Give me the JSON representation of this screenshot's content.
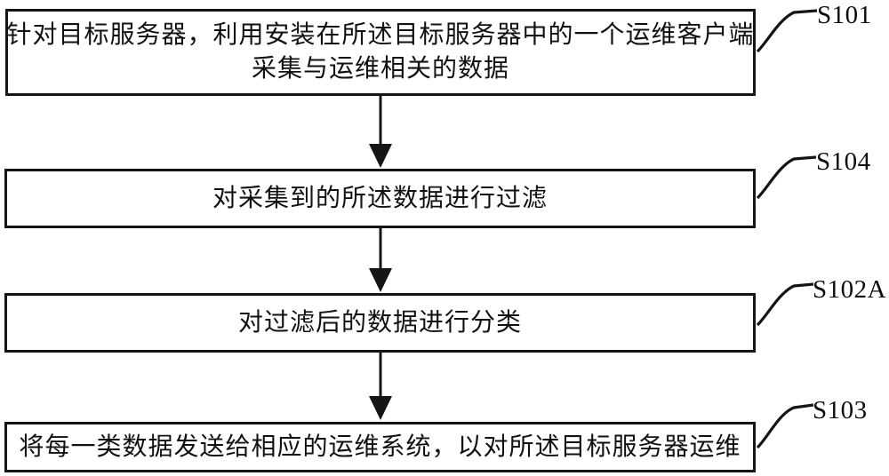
{
  "flowchart": {
    "steps": [
      {
        "label": "S101",
        "lines": [
          "针对目标服务器，利用安装在所述目标服务器中的一个运维客户端",
          "采集与运维相关的数据"
        ]
      },
      {
        "label": "S104",
        "lines": [
          "对采集到的所述数据进行过滤"
        ]
      },
      {
        "label": "S102A",
        "lines": [
          "对过滤后的数据进行分类"
        ]
      },
      {
        "label": "S103",
        "lines": [
          "将每一类数据发送给相应的运维系统，以对所述目标服务器运维"
        ]
      }
    ],
    "colors": {
      "stroke": "#151515",
      "background": "#ffffff",
      "text": "#111111"
    }
  }
}
